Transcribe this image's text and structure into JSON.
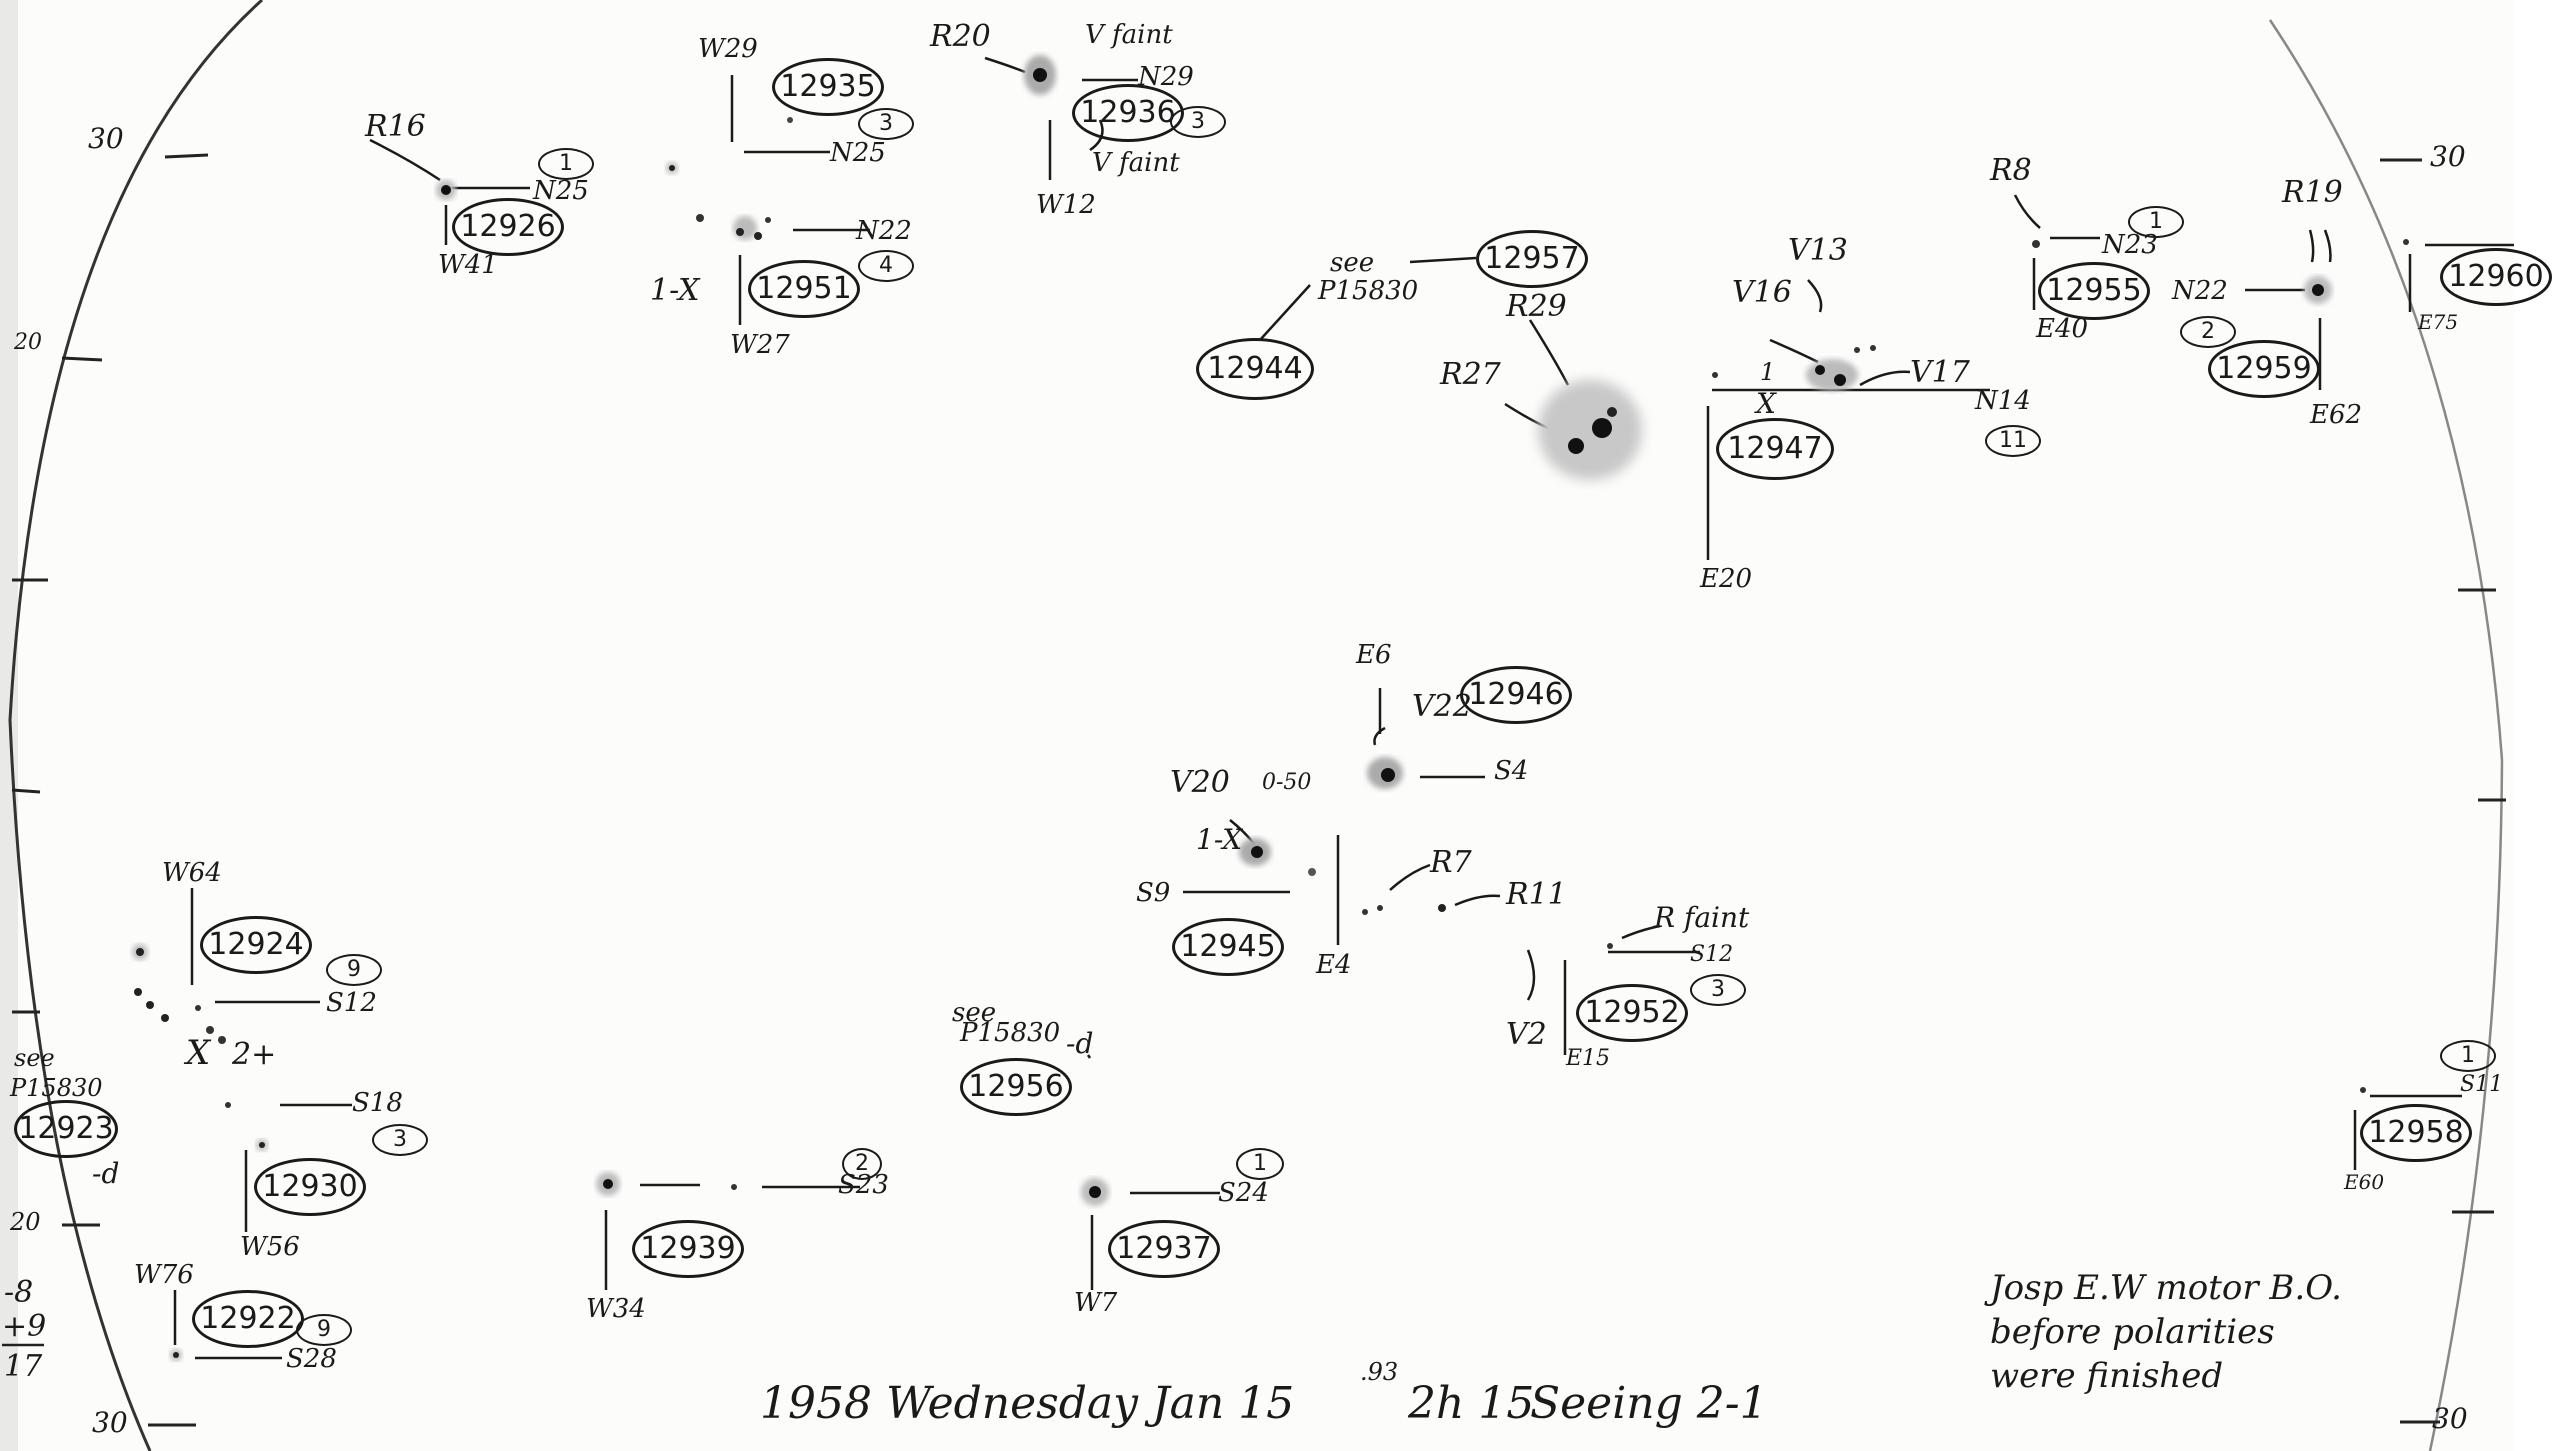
{
  "sheet": {
    "ticks_left": [
      "30",
      "20",
      "20",
      "30"
    ],
    "ticks_right": [
      "30",
      "30"
    ],
    "margin_calc": [
      "-8",
      "+9",
      "17"
    ]
  },
  "groups": {
    "g1": {
      "number": "12926",
      "class_mark": "1",
      "region": "R16",
      "lat": "N25",
      "long": "W41"
    },
    "g2": {
      "number": "12935",
      "class_mark": "3",
      "lat": "N25",
      "long": "W29"
    },
    "g3": {
      "number": "12951",
      "class_mark": "4",
      "lat": "N22",
      "long": "W27",
      "marker": "1-X"
    },
    "g4": {
      "number": "12936",
      "class_mark": "3",
      "region": "R20",
      "lat": "N29",
      "long": "W12",
      "note_top": "V faint",
      "note_bottom": "V faint"
    },
    "g5": {
      "number": "12944",
      "see": "see",
      "plate": "P15830"
    },
    "g6": {
      "number": "12957",
      "region_a": "R29",
      "region_b": "R27"
    },
    "g7": {
      "number": "12947",
      "class_mark": "11",
      "region_a": "V13",
      "region_b": "V16",
      "region_c": "V17",
      "lat": "N14",
      "long": "E20",
      "marker": "X",
      "small_mark": "1"
    },
    "g8": {
      "number": "12955",
      "class_mark": "1",
      "region": "R8",
      "lat": "N23",
      "long": "E40"
    },
    "g9": {
      "number": "12959",
      "class_mark": "2",
      "region": "R19",
      "lat": "N22",
      "long": "E62"
    },
    "g10": {
      "number": "12960",
      "long": "E75"
    },
    "g11": {
      "number": "12946",
      "region": "V22",
      "lat": "S4",
      "long": "E6"
    },
    "g12": {
      "number": "12945",
      "region_a": "V20",
      "region_b": "R7",
      "region_c": "R11",
      "lat": "S9",
      "long": "E4",
      "marker": "1-X",
      "small_mark": "0-50"
    },
    "g13": {
      "number": "12952",
      "class_mark": "3",
      "region": "V2",
      "lat": "S12",
      "long": "E15",
      "note": "R faint"
    },
    "g14": {
      "number": "12956",
      "see": "see",
      "plate": "P15830",
      "suffix": "-d"
    },
    "g15": {
      "number": "12958",
      "class_mark": "1",
      "lat": "S11",
      "long": "E60"
    },
    "g16": {
      "number": "12924",
      "class_mark": "9",
      "lat": "S12",
      "long": "W64",
      "marker": "X",
      "marker2": "2+"
    },
    "g17": {
      "number": "12923",
      "see": "see",
      "plate": "P15830",
      "suffix": "-d"
    },
    "g18": {
      "number": "12930",
      "class_mark": "3",
      "lat": "S18",
      "long": "W56"
    },
    "g19": {
      "number": "12939",
      "class_mark": "2",
      "lat": "S23",
      "long": "W34"
    },
    "g20": {
      "number": "12937",
      "class_mark": "1",
      "lat": "S24",
      "long": "W7"
    },
    "g21": {
      "number": "12922",
      "class_mark": "9",
      "lat": "S28",
      "long": "W76"
    }
  },
  "footer": {
    "date_line": "1958 Wednesday Jan 15",
    "date_frac": ".93",
    "time": "2h 15",
    "seeing": "Seeing 2-1",
    "note_lines": [
      "Josp E.W motor B.O.",
      "before polarities",
      "were finished"
    ]
  }
}
